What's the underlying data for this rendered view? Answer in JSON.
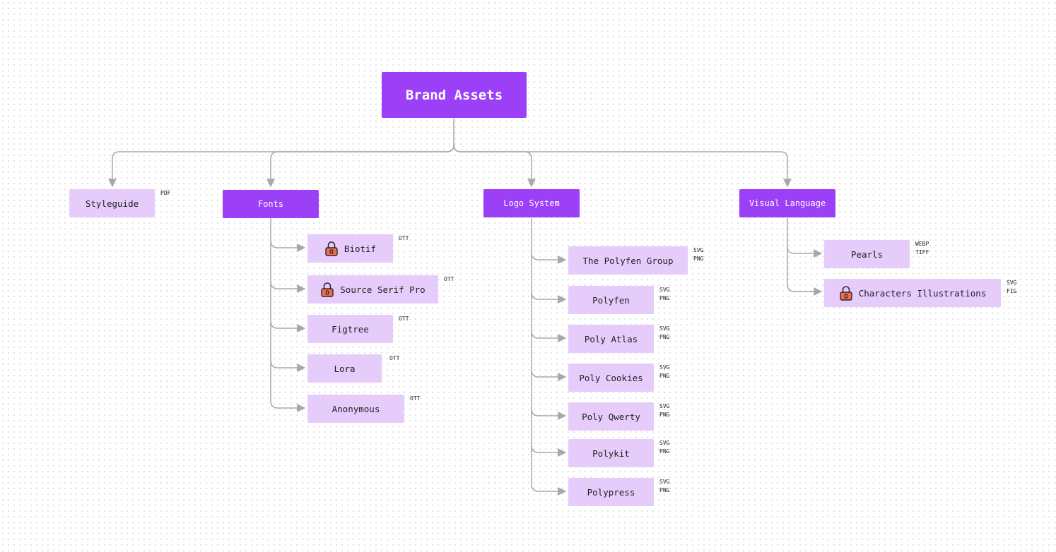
{
  "root": {
    "label": "Brand Assets"
  },
  "branches": {
    "styleguide": {
      "label": "Styleguide",
      "formats": "PDF"
    },
    "fonts": {
      "label": "Fonts"
    },
    "logo_system": {
      "label": "Logo System"
    },
    "visual_language": {
      "label": "Visual Language"
    }
  },
  "fonts": [
    {
      "label": "Biotif",
      "formats": "OTT",
      "locked": true
    },
    {
      "label": "Source Serif Pro",
      "formats": "OTT",
      "locked": true
    },
    {
      "label": "Figtree",
      "formats": "OTT",
      "locked": false
    },
    {
      "label": "Lora",
      "formats": "OTT",
      "locked": false
    },
    {
      "label": "Anonymous",
      "formats": "OTT",
      "locked": false
    }
  ],
  "logos": [
    {
      "label": "The Polyfen Group",
      "formats": "SVG\nPNG"
    },
    {
      "label": "Polyfen",
      "formats": "SVG\nPNG"
    },
    {
      "label": "Poly Atlas",
      "formats": "SVG\nPNG"
    },
    {
      "label": "Poly Cookies",
      "formats": "SVG\nPNG"
    },
    {
      "label": "Poly Qwerty",
      "formats": "SVG\nPNG"
    },
    {
      "label": "Polykit",
      "formats": "SVG\nPNG"
    },
    {
      "label": "Polypress",
      "formats": "SVG\nPNG"
    }
  ],
  "visual": [
    {
      "label": "Pearls",
      "formats": "WEBP\nTIFF",
      "locked": false
    },
    {
      "label": "Characters Illustrations",
      "formats": "SVG\nFIG",
      "locked": true
    }
  ],
  "colors": {
    "primary": "#9b40f7",
    "leaf": "#e6ccfb",
    "connector": "#a8a8a8",
    "lock": "#f26b4e"
  },
  "icons": {
    "lock": "lock-icon"
  }
}
